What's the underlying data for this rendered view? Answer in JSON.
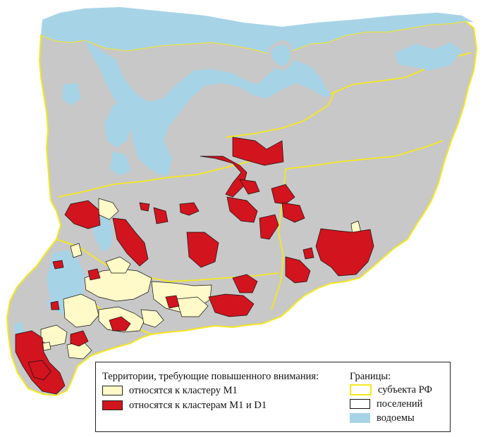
{
  "legend": {
    "zones_title": "Территории, требующие повышенного внимания:",
    "zones": [
      {
        "label": "относятся к кластеру M1",
        "color": "#fffac8"
      },
      {
        "label": "относятся к кластерам M1 и D1",
        "color": "#d2141e"
      }
    ],
    "borders_title": "Границы:",
    "borders": [
      {
        "label": "субъекта РФ",
        "color": "#f5e81e",
        "style": "outline"
      },
      {
        "label": "поселений",
        "color": "#111111",
        "style": "outline"
      },
      {
        "label": "водоемы",
        "color": "#a7d3e6",
        "style": "fill"
      }
    ]
  },
  "colors": {
    "land": "#c8c8c8",
    "water": "#a7d3e6",
    "cluster_m1": "#fffac8",
    "cluster_m1_d1": "#d2141e",
    "region_border": "#f5e81e",
    "settlement_border": "#111111"
  }
}
